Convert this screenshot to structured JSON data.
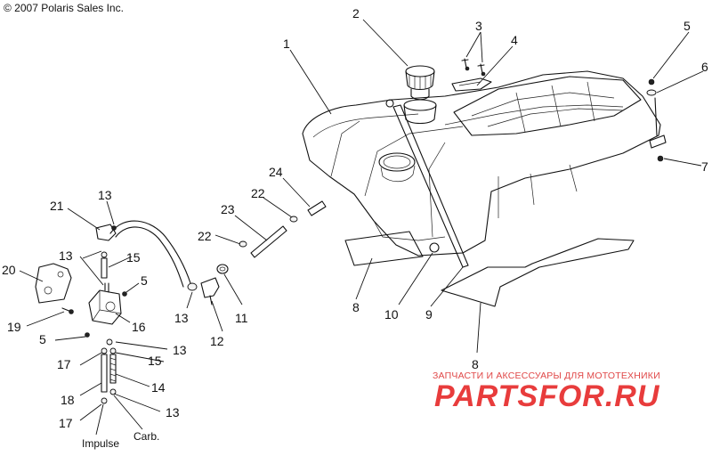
{
  "copyright": "© 2007 Polaris Sales Inc.",
  "watermark": {
    "tagline": "ЗАПЧАСТИ И АКСЕССУАРЫ ДЛЯ МОТОТЕХНИКИ",
    "logo": "PARTSFOR.RU"
  },
  "callouts": [
    {
      "id": "c1",
      "text": "1"
    },
    {
      "id": "c2",
      "text": "2"
    },
    {
      "id": "c3",
      "text": "3"
    },
    {
      "id": "c4",
      "text": "4"
    },
    {
      "id": "c5a",
      "text": "5"
    },
    {
      "id": "c6",
      "text": "6"
    },
    {
      "id": "c7",
      "text": "7"
    },
    {
      "id": "c24",
      "text": "24"
    },
    {
      "id": "c22a",
      "text": "22"
    },
    {
      "id": "c23",
      "text": "23"
    },
    {
      "id": "c22b",
      "text": "22"
    },
    {
      "id": "c13a",
      "text": "13"
    },
    {
      "id": "c21",
      "text": "21"
    },
    {
      "id": "c13b",
      "text": "13"
    },
    {
      "id": "c15a",
      "text": "15"
    },
    {
      "id": "c20",
      "text": "20"
    },
    {
      "id": "c5b",
      "text": "5"
    },
    {
      "id": "c19",
      "text": "19"
    },
    {
      "id": "c16",
      "text": "16"
    },
    {
      "id": "c5c",
      "text": "5"
    },
    {
      "id": "c13c",
      "text": "13"
    },
    {
      "id": "c12",
      "text": "12"
    },
    {
      "id": "c11",
      "text": "11"
    },
    {
      "id": "c8a",
      "text": "8"
    },
    {
      "id": "c10",
      "text": "10"
    },
    {
      "id": "c9",
      "text": "9"
    },
    {
      "id": "c13d",
      "text": "13"
    },
    {
      "id": "c17a",
      "text": "17"
    },
    {
      "id": "c15b",
      "text": "15"
    },
    {
      "id": "c14",
      "text": "14"
    },
    {
      "id": "c18",
      "text": "18"
    },
    {
      "id": "c13e",
      "text": "13"
    },
    {
      "id": "c17b",
      "text": "17"
    },
    {
      "id": "c8b",
      "text": "8"
    }
  ],
  "sublabels": {
    "impulse": "Impulse",
    "carb": "Carb."
  }
}
